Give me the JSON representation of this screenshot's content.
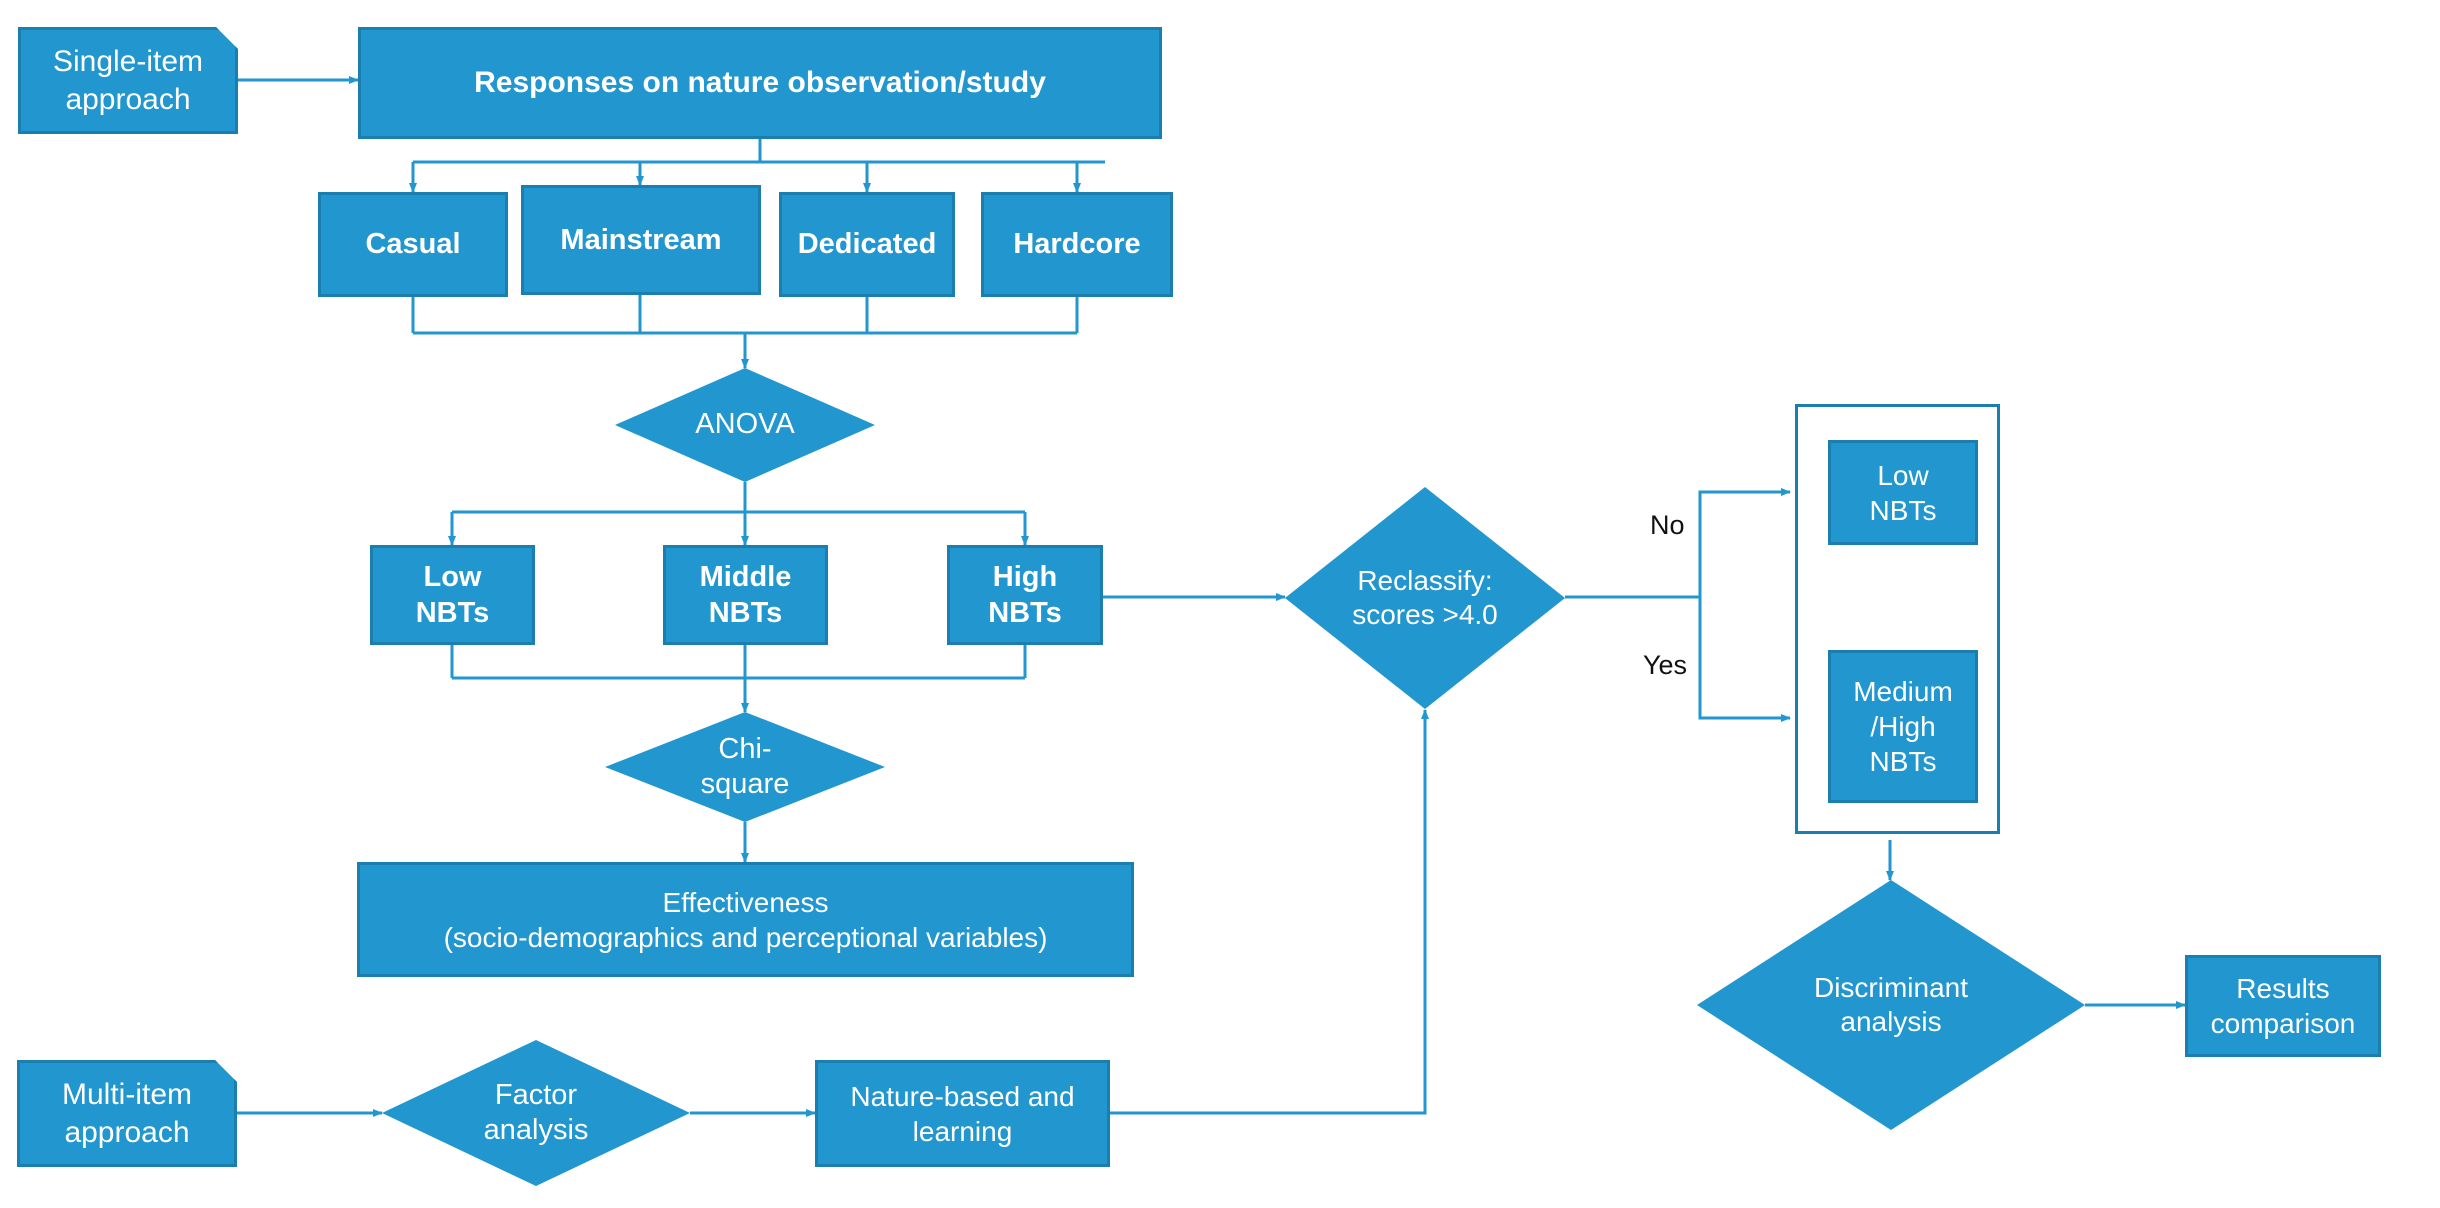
{
  "diagram": {
    "type": "flowchart",
    "title": "Research methodology flowchart: single-item and multi-item approaches to nature-based tourist (NBT) classification",
    "colors": {
      "node_fill": "#2196cf",
      "node_border": "#1a7fae",
      "connector": "#2196cf",
      "node_text": "#ffffff",
      "label_text": "#111111",
      "background": "#ffffff"
    },
    "nodes": {
      "single_item_approach": {
        "label": "Single-item\napproach",
        "shape": "document"
      },
      "responses": {
        "label": "Responses on nature observation/study",
        "shape": "rectangle"
      },
      "casual": {
        "label": "Casual",
        "shape": "rectangle"
      },
      "mainstream": {
        "label": "Mainstream",
        "shape": "rectangle"
      },
      "dedicated": {
        "label": "Dedicated",
        "shape": "rectangle"
      },
      "hardcore": {
        "label": "Hardcore",
        "shape": "rectangle"
      },
      "anova": {
        "label": "ANOVA",
        "shape": "diamond"
      },
      "low_nbts": {
        "label": "Low\nNBTs",
        "shape": "rectangle"
      },
      "middle_nbts": {
        "label": "Middle\nNBTs",
        "shape": "rectangle"
      },
      "high_nbts": {
        "label": "High\nNBTs",
        "shape": "rectangle"
      },
      "chi_square": {
        "label": "Chi-\nsquare",
        "shape": "diamond"
      },
      "effectiveness": {
        "label": "Effectiveness\n(socio-demographics and perceptional variables)",
        "shape": "rectangle"
      },
      "multi_item_approach": {
        "label": "Multi-item\napproach",
        "shape": "document"
      },
      "factor_analysis": {
        "label": "Factor\nanalysis",
        "shape": "diamond"
      },
      "nature_based_learning": {
        "label": "Nature-based and\nlearning",
        "shape": "rectangle"
      },
      "reclassify": {
        "label": "Reclassify:\nscores >4.0",
        "shape": "diamond"
      },
      "reclass_low_nbts": {
        "label": "Low\nNBTs",
        "shape": "rectangle"
      },
      "reclass_medium_high_nbts": {
        "label": "Medium\n/High\nNBTs",
        "shape": "rectangle"
      },
      "discriminant_analysis": {
        "label": "Discriminant\nanalysis",
        "shape": "diamond"
      },
      "results_comparison": {
        "label": "Results\ncomparison",
        "shape": "rectangle"
      }
    },
    "edge_labels": {
      "no": "No",
      "yes": "Yes"
    }
  }
}
